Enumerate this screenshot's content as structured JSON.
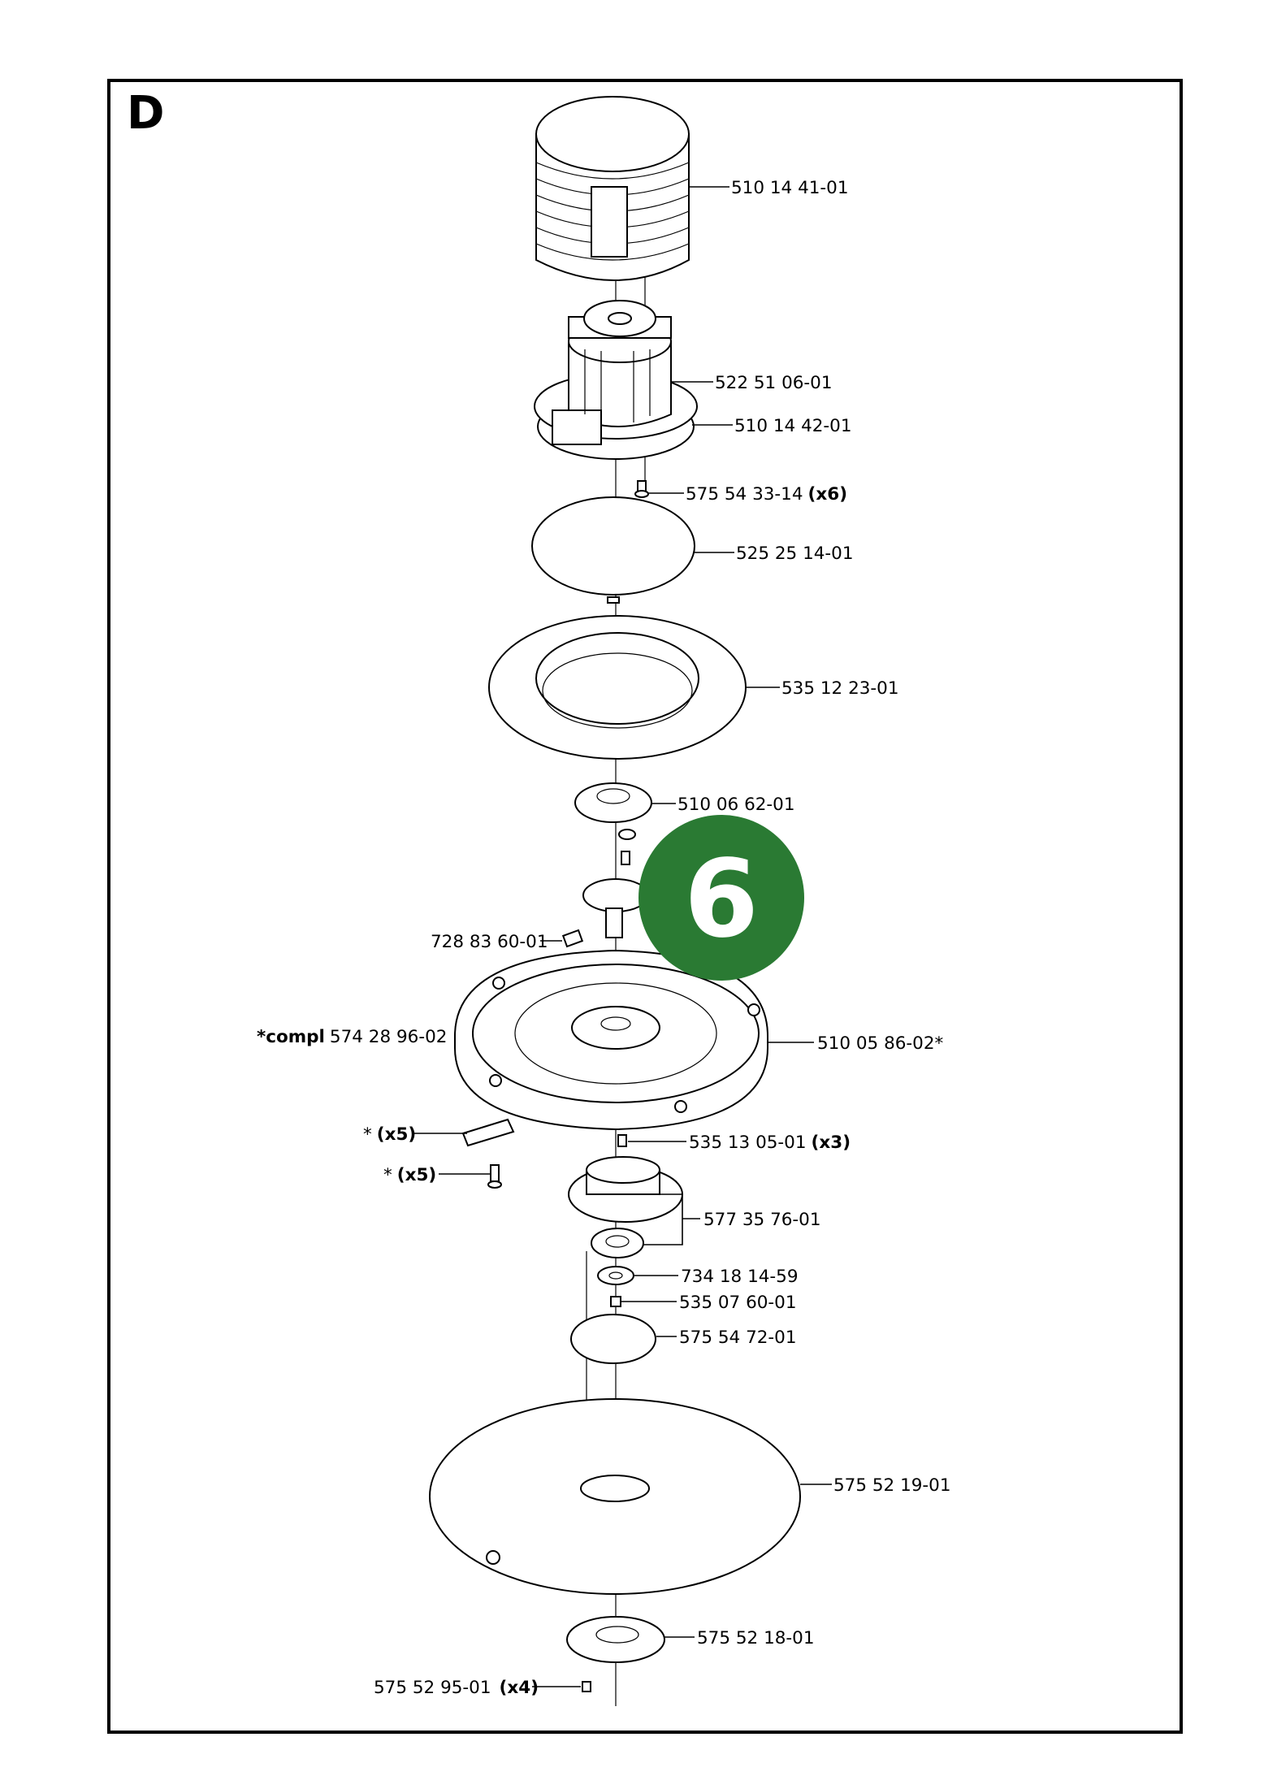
{
  "section_letter": "D",
  "page_badge": "6",
  "colors": {
    "badge": "#2a7a33",
    "line": "#000000"
  },
  "callouts": [
    {
      "id": "p1",
      "part": "510 14 41-01",
      "qty": ""
    },
    {
      "id": "p2",
      "part": "522 51 06-01",
      "qty": ""
    },
    {
      "id": "p3",
      "part": "510 14 42-01",
      "qty": ""
    },
    {
      "id": "p4",
      "part": "575 54 33-14",
      "qty": "(x6)"
    },
    {
      "id": "p5",
      "part": "525 25 14-01",
      "qty": ""
    },
    {
      "id": "p6",
      "part": "535 12 23-01",
      "qty": ""
    },
    {
      "id": "p7",
      "part": "510 06 62-01",
      "qty": ""
    },
    {
      "id": "p8",
      "part": "728 83 60-01",
      "qty": ""
    },
    {
      "id": "p9",
      "prefix": "*compl",
      "part": "574 28 96-02",
      "qty": ""
    },
    {
      "id": "p10",
      "part": "510 05 86-02*",
      "qty": ""
    },
    {
      "id": "p11",
      "part": "*",
      "qty": "(x5)"
    },
    {
      "id": "p12",
      "part": "*",
      "qty": "(x5)"
    },
    {
      "id": "p13",
      "part": "535 13 05-01",
      "qty": "(x3)"
    },
    {
      "id": "p14",
      "part": "577 35 76-01",
      "qty": ""
    },
    {
      "id": "p15",
      "part": "734 18 14-59",
      "qty": ""
    },
    {
      "id": "p16",
      "part": "535 07 60-01",
      "qty": ""
    },
    {
      "id": "p17",
      "part": "575 54 72-01",
      "qty": ""
    },
    {
      "id": "p18",
      "part": "575 52 19-01",
      "qty": ""
    },
    {
      "id": "p19",
      "part": "575 52 18-01",
      "qty": ""
    },
    {
      "id": "p20",
      "part": "575 52 95-01",
      "qty": "(x4)"
    }
  ]
}
